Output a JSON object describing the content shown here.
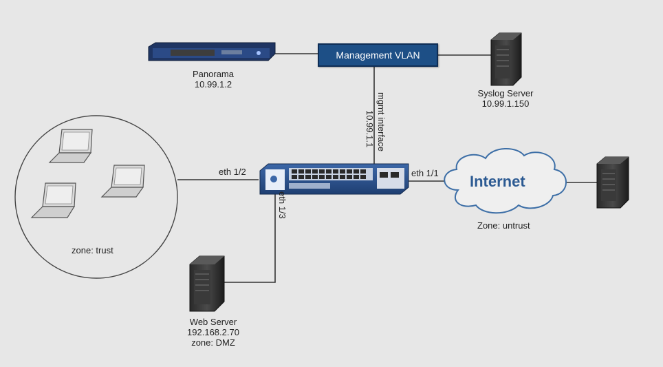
{
  "management_vlan": {
    "label": "Management VLAN"
  },
  "panorama": {
    "name": "Panorama",
    "ip": "10.99.1.2"
  },
  "syslog_server": {
    "name": "Syslog Server",
    "ip": "10.99.1.150"
  },
  "mgmt_link": {
    "label": "mgmt interface",
    "ip": "10.99.1.1"
  },
  "interfaces": {
    "eth12": "eth 1/2",
    "eth11": "eth 1/1",
    "eth13": "eth 1/3"
  },
  "internet": {
    "label": "Internet",
    "zone": "Zone: untrust"
  },
  "trust_zone": {
    "label": "zone: trust"
  },
  "web_server": {
    "name": "Web Server",
    "ip": "192.168.2.70",
    "zone": "zone: DMZ"
  },
  "colors": {
    "vlan_box": "#1d4f86",
    "device_blue": "#2f4f86",
    "cloud_outline": "#3c6ea6",
    "internet_text": "#2c5a92",
    "line": "#333333"
  }
}
